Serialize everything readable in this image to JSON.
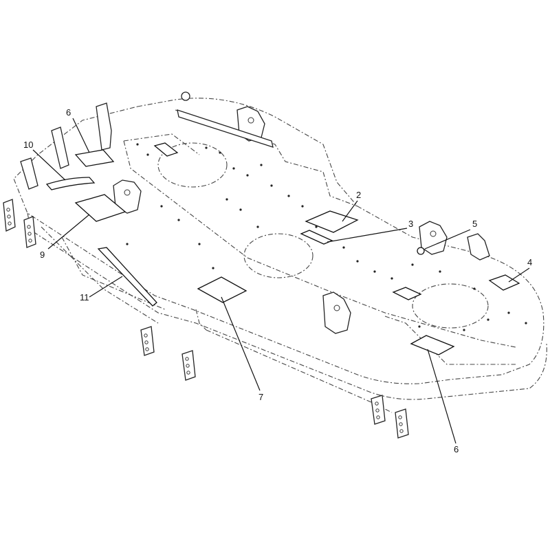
{
  "diagram": {
    "callouts": [
      {
        "id": "c6a",
        "label": "6"
      },
      {
        "id": "c10",
        "label": "10"
      },
      {
        "id": "c9",
        "label": "9"
      },
      {
        "id": "c11",
        "label": "11"
      },
      {
        "id": "c7",
        "label": "7"
      },
      {
        "id": "c2",
        "label": "2"
      },
      {
        "id": "c3",
        "label": "3"
      },
      {
        "id": "c5",
        "label": "5"
      },
      {
        "id": "c4",
        "label": "4"
      },
      {
        "id": "c6b",
        "label": "6"
      }
    ]
  }
}
